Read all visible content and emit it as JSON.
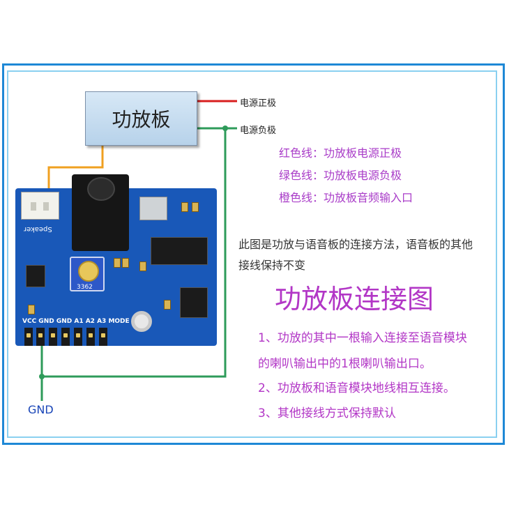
{
  "amp_box": {
    "title": "功放板"
  },
  "power": {
    "positive": "电源正极",
    "negative": "电源负极"
  },
  "legend": [
    {
      "text": "红色线：功放板电源正极",
      "color": "#d81e1e"
    },
    {
      "text": "绿色线：功放板电源负极",
      "color": "#2e9b5a"
    },
    {
      "text": "橙色线：功放板音频输入口",
      "color": "#f0a020"
    }
  ],
  "description": {
    "line1": "此图是功放与语音板的连接方法，语音板的其他",
    "line2": "接线保持不变"
  },
  "diagram_title": "功放板连接图",
  "steps": {
    "step1_line1": "1、功放的其中一根输入连接至语音模块",
    "step1_line2": "的喇叭输出中的1根喇叭输出口。",
    "step2": "2、功放板和语音模块地线相互连接。",
    "step3": "3、其他接线方式保持默认"
  },
  "gnd_label": "GND",
  "pcb": {
    "speaker": "Speaker",
    "header": "VCC GND GND A1 A2 A3 MODE",
    "pot": "3362"
  }
}
